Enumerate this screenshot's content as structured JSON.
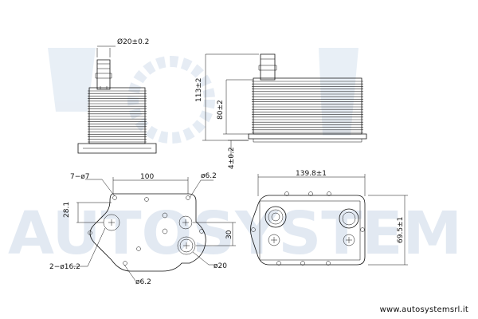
{
  "watermark": {
    "text": "AUTOSYSTEM"
  },
  "footer": {
    "url": "www.autosystemsrl.it"
  },
  "dimensions": {
    "nozzle_dia": "Ø20±0.2",
    "height_total": "113±2",
    "height_body": "80±2",
    "height_base": "4±0.2",
    "hole_pitch": "100",
    "holes_7": "7−ø7",
    "hole_62_top": "ø6.2",
    "dist_281": "28.1",
    "dist_30": "30",
    "holes_162": "2−ø16.2",
    "hole_62_bottom": "ø6.2",
    "port_20": "ø20",
    "length_139": "139.8±1",
    "width_695": "69.5±1"
  }
}
